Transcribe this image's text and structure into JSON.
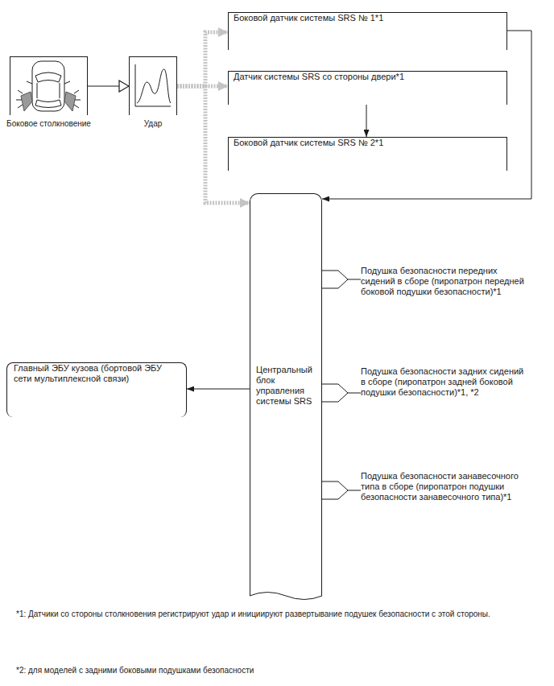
{
  "diagram": {
    "nodes": [
      {
        "text": [
          "Боковое столкновение"
        ]
      },
      {
        "text": [
          "Удар"
        ]
      },
      {
        "text": [
          "Боковой датчик системы SRS № 1*1"
        ]
      },
      {
        "text": [
          "Датчик системы SRS со стороны двери*1"
        ]
      },
      {
        "text": [
          "Боковой датчик системы SRS № 2*1"
        ]
      },
      {
        "text": [
          "Центральный блок управления системы SRS"
        ]
      },
      {
        "text": [
          "Подушка безопасности передних сидений в сборе (пиропатрон передней боковой подушки безопасности)*1"
        ]
      },
      {
        "text": [
          "Главный ЭБУ кузова (бортовой ЭБУ сети мультиплексной связи)"
        ]
      },
      {
        "text": [
          "Подушка безопасности задних сидений в сборе (пиропатрон задней боковой подушки безопасности)*1, *2"
        ]
      },
      {
        "text": [
          "Подушка безопасности занавесочного типа в сборе (пиропатрон подушки безопасности занавесочного типа)*1"
        ]
      }
    ],
    "edges": [
      {
        "from": 0,
        "to": 1,
        "arrow": "to"
      },
      {
        "from": 1,
        "to": 2,
        "arrow": "to"
      },
      {
        "from": 1,
        "to": 3,
        "arrow": "to"
      },
      {
        "from": 1,
        "to": 5,
        "arrow": "to"
      },
      {
        "from": 2,
        "to": 5,
        "arrow": "to"
      },
      {
        "from": 3,
        "to": 4,
        "arrow": "to"
      },
      {
        "from": 5,
        "to": 7,
        "arrow": "to"
      },
      {
        "from": 5,
        "to": 6,
        "arrow": "none"
      },
      {
        "from": 5,
        "to": 8,
        "arrow": "none"
      },
      {
        "from": 5,
        "to": 9,
        "arrow": "none"
      }
    ],
    "labels": [
      "*1: Датчики со стороны столкновения регистрируют удар и инициируют развертывание подушек безопасности с этой стороны.",
      "*2: для моделей с задними боковыми подушками безопасности"
    ]
  }
}
